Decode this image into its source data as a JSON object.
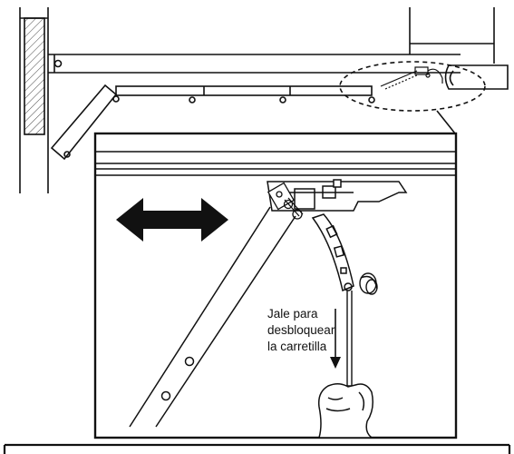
{
  "figure": {
    "callout": {
      "lines": [
        "Jale para",
        "desbloquear",
        "la carretilla"
      ]
    },
    "colors": {
      "ink": "#111111",
      "background": "#ffffff",
      "hatch": "#444444"
    }
  }
}
